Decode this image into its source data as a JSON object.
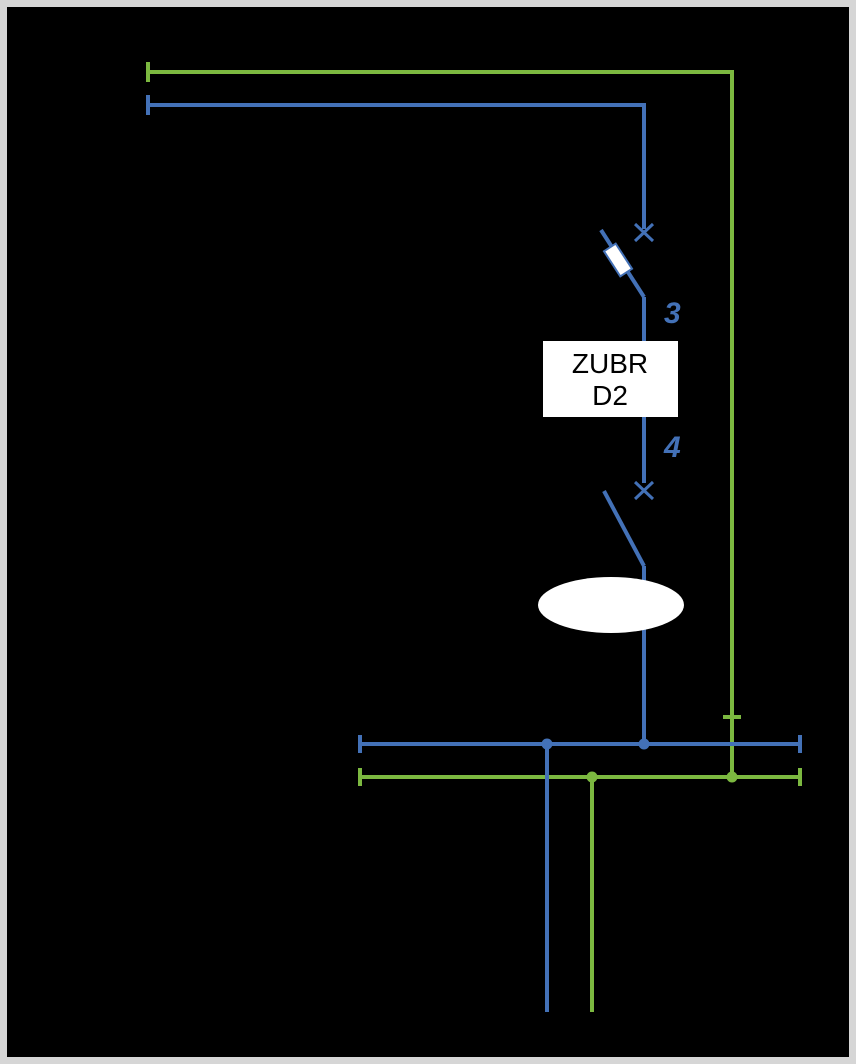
{
  "diagram": {
    "device": {
      "name_line1": "ZUBR",
      "name_line2": "D2"
    },
    "terminal_labels": {
      "upper": "3",
      "lower": "4"
    },
    "colors": {
      "background": "#000000",
      "frame": "#d6d6d6",
      "blue_wire": "#4371b7",
      "green_wire": "#7cb840",
      "device_box_fill": "#ffffff",
      "device_box_text": "#000000",
      "load_fill": "#ffffff"
    }
  }
}
